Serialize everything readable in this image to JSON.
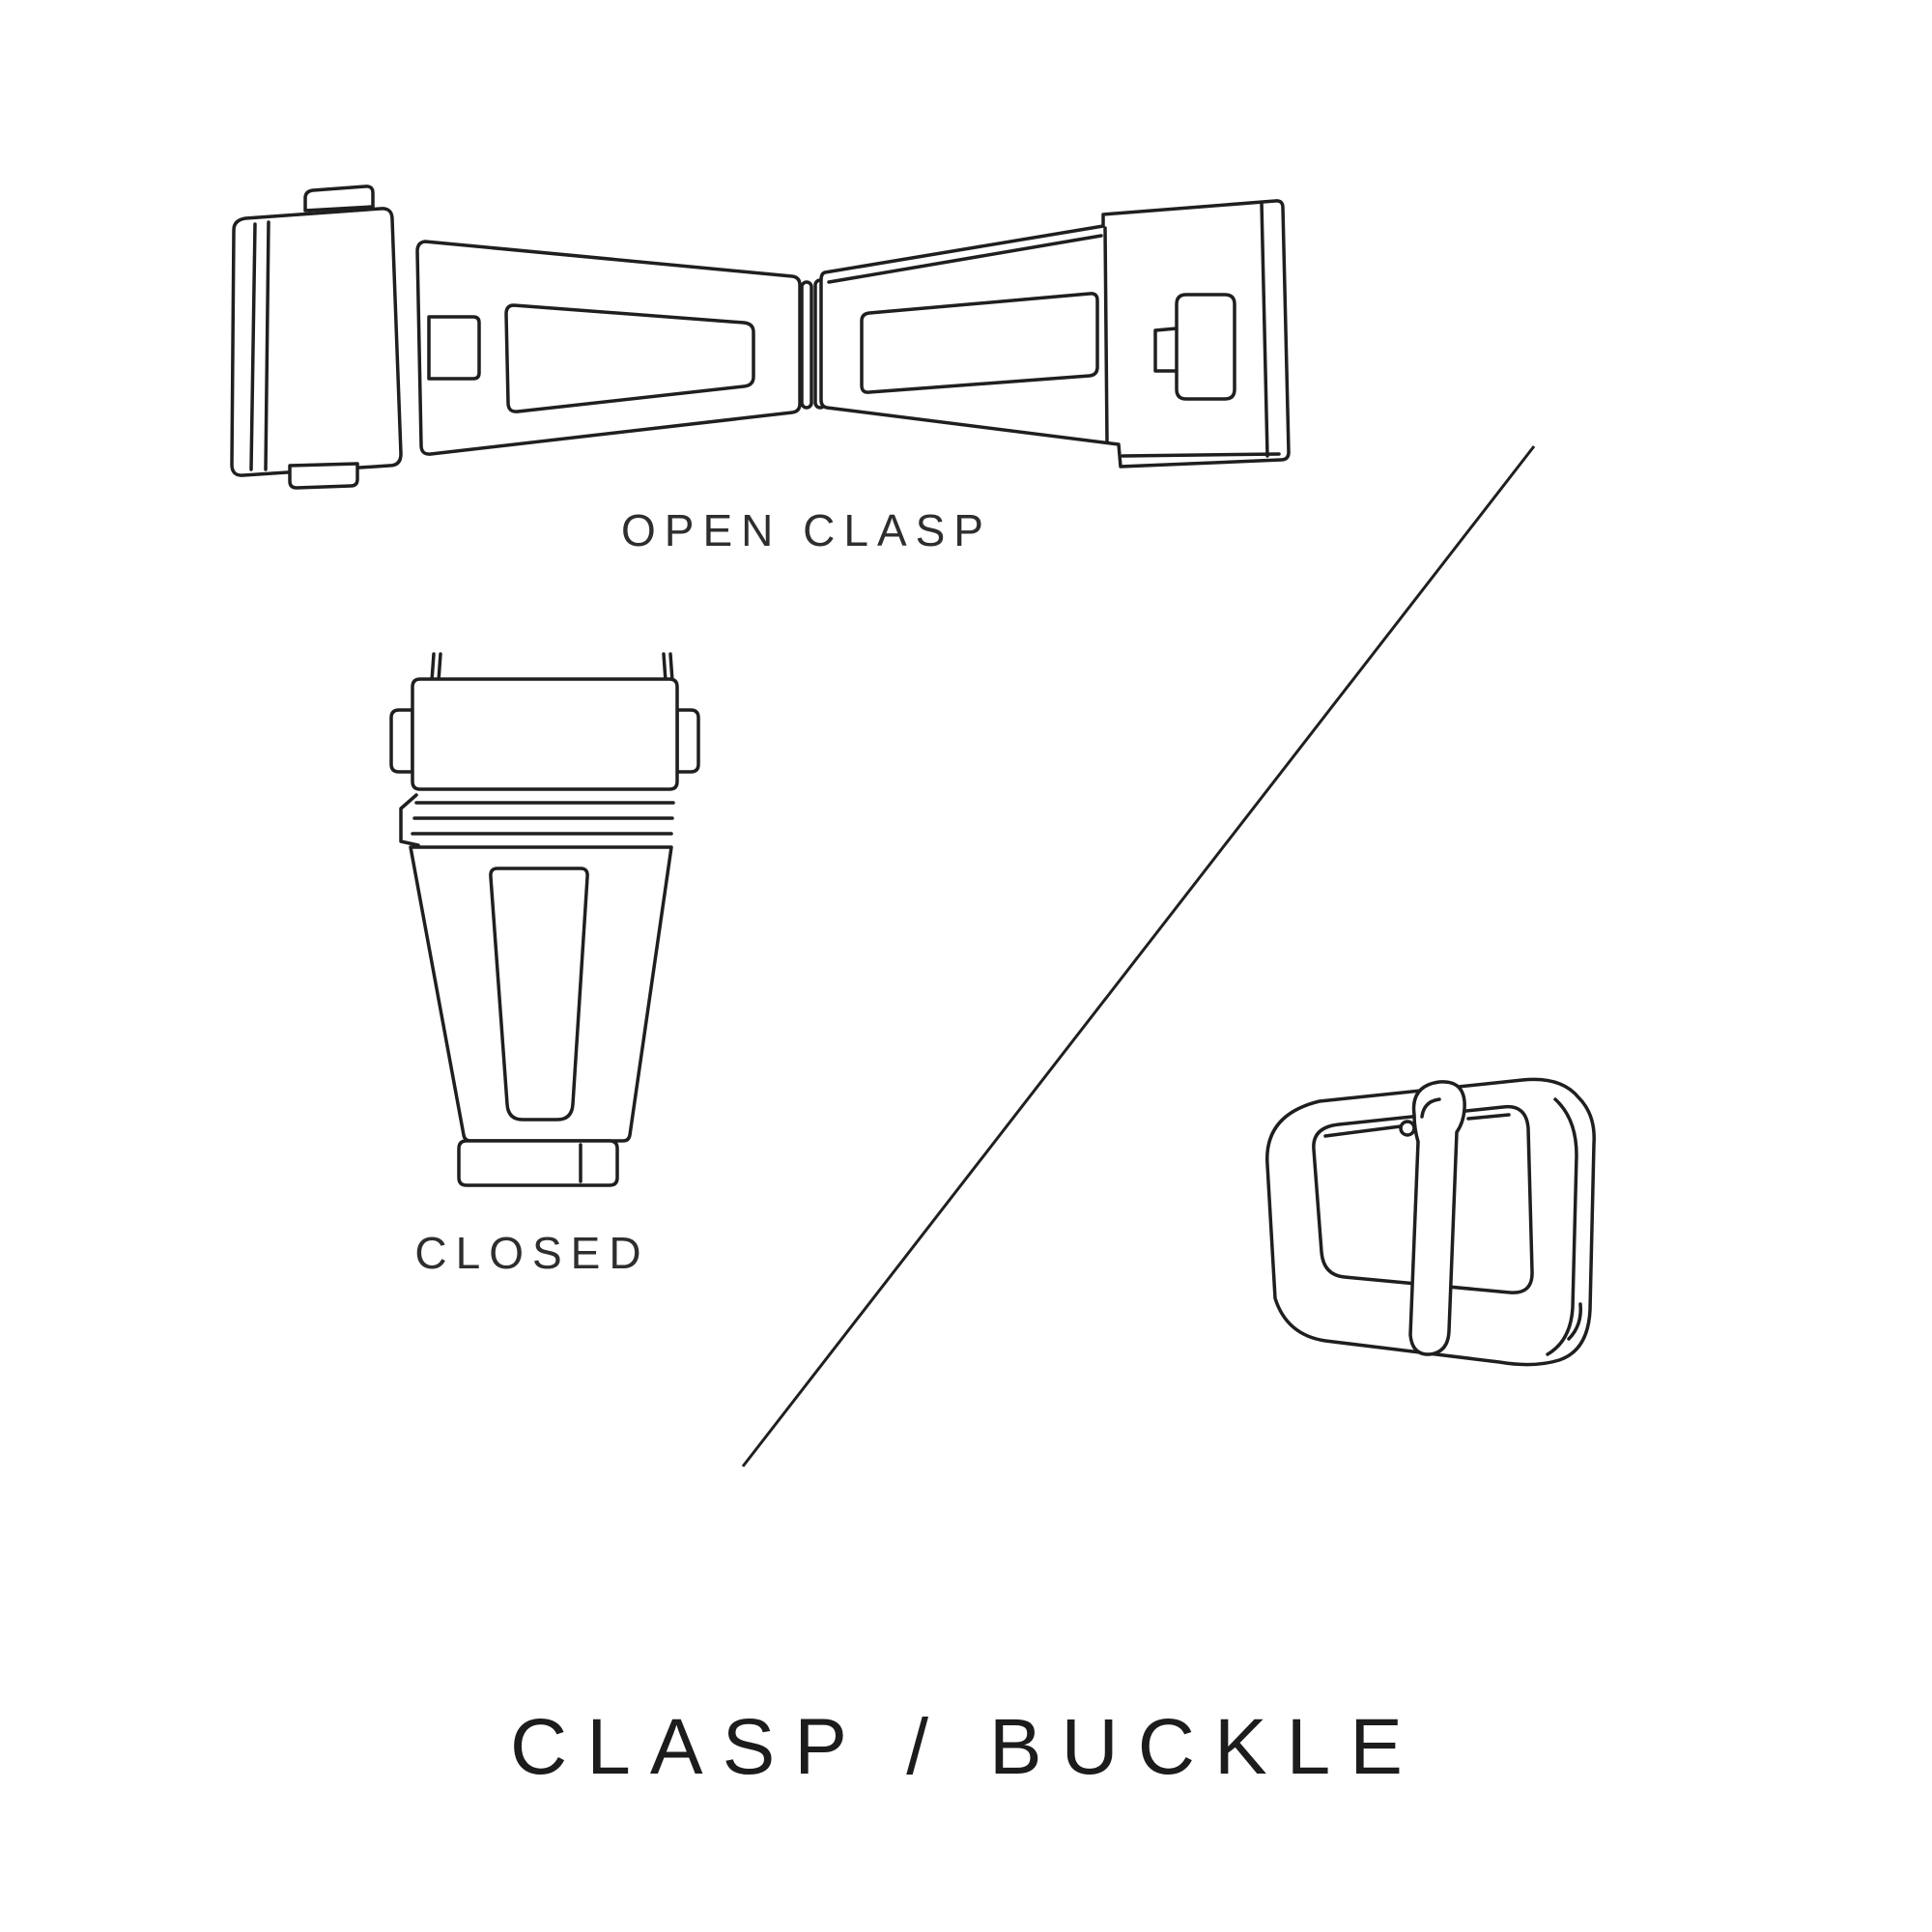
{
  "page": {
    "title": "CLASP / BUCKLE",
    "background_color": "#ffffff",
    "line_color": "#1f1f1f",
    "text_color": "#2e2e2e"
  },
  "labels": {
    "open_clasp": "OPEN CLASP",
    "closed": "CLOSED"
  },
  "illustrations": [
    {
      "name": "open-clasp",
      "caption": "OPEN CLASP",
      "description": "deployant clasp shown fully opened, top view"
    },
    {
      "name": "closed-clasp",
      "caption": "CLOSED",
      "description": "deployant clasp shown folded closed, top view"
    },
    {
      "name": "tang-buckle",
      "caption": "",
      "description": "pin buckle with tongue, three-quarter view"
    }
  ],
  "separator": {
    "name": "diagonal-divider"
  }
}
